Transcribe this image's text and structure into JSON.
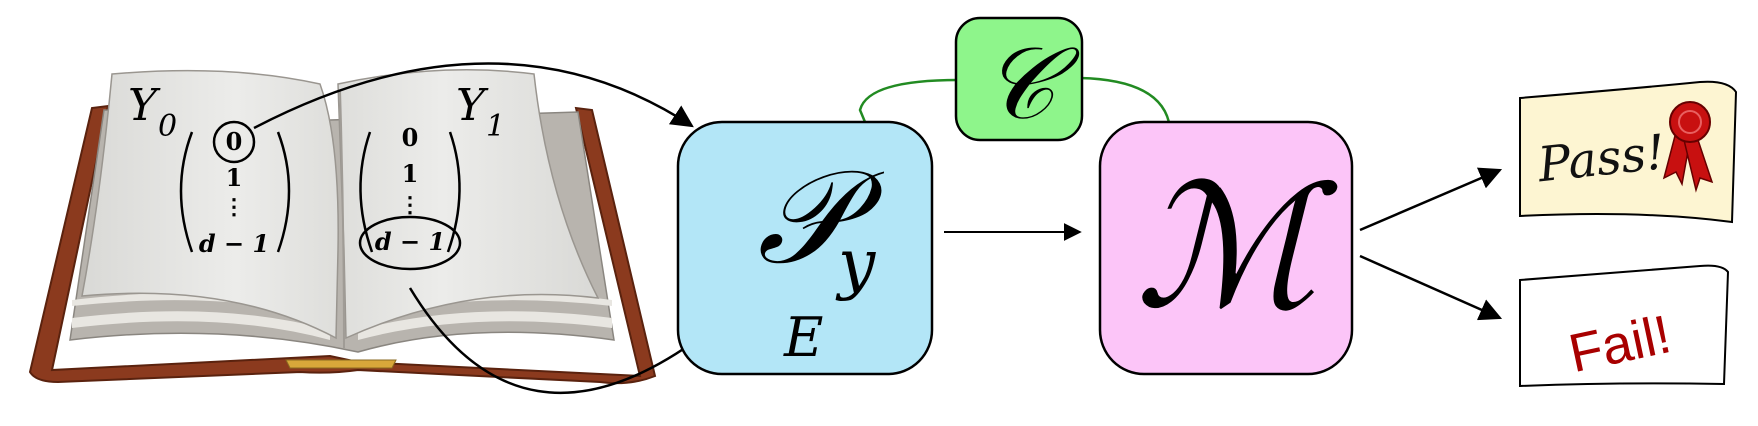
{
  "book": {
    "left_label_base": "Y",
    "left_label_sub": "0",
    "right_label_base": "Y",
    "right_label_sub": "1",
    "left_column": [
      "0",
      "1",
      "⋮",
      "d − 1"
    ],
    "right_column": [
      "0",
      "1",
      "⋮",
      "d − 1"
    ]
  },
  "nodes": {
    "prover": {
      "symbol": "𝒫",
      "sup": "y",
      "sub": "E",
      "fill": "#b3e6f7"
    },
    "challenger": {
      "symbol": "𝒞",
      "fill": "#8ef58b"
    },
    "machine": {
      "symbol": "ℳ",
      "fill": "#fcc5f8"
    }
  },
  "outcomes": {
    "pass": {
      "label": "Pass!",
      "fill": "#fdf5d2"
    },
    "fail": {
      "label": "Fail!",
      "color": "#a80000"
    }
  },
  "connector_color": "#228b22"
}
